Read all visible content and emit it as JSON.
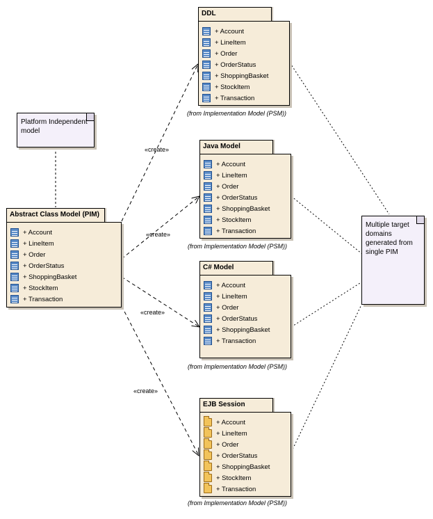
{
  "source_package": {
    "title": "Abstract Class Model (PIM)",
    "icon": "class-icon",
    "items": [
      "+ Account",
      "+ LineItem",
      "+ Order",
      "+ OrderStatus",
      "+ ShoppingBasket",
      "+ StockItem",
      "+ Transaction"
    ]
  },
  "packages": [
    {
      "title": "DDL",
      "icon": "class-icon",
      "items": [
        "+ Account",
        "+ LineItem",
        "+ Order",
        "+ OrderStatus",
        "+ ShoppingBasket",
        "+ StockItem",
        "+ Transaction"
      ],
      "from": "(from Implementation Model (PSM))"
    },
    {
      "title": "Java Model",
      "icon": "class-icon",
      "items": [
        "+ Account",
        "+ LineItem",
        "+ Order",
        "+ OrderStatus",
        "+ ShoppingBasket",
        "+ StockItem",
        "+ Transaction"
      ],
      "from": "(from Implementation Model (PSM))"
    },
    {
      "title": "C# Model",
      "icon": "class-icon",
      "items": [
        "+ Account",
        "+ LineItem",
        "+ Order",
        "+ OrderStatus",
        "+ ShoppingBasket",
        "+ Transaction"
      ],
      "from": "(from Implementation Model (PSM))"
    },
    {
      "title": "EJB Session",
      "icon": "folder-icon",
      "items": [
        "+ Account",
        "+ LineItem",
        "+ Order",
        "+ OrderStatus",
        "+ ShoppingBasket",
        "+ StockItem",
        "+ Transaction"
      ],
      "from": "(from Implementation Model (PSM))"
    }
  ],
  "notes": {
    "pim": "Platform Independent model",
    "targets": "Multiple target domains generated from single PIM"
  },
  "relationships": {
    "create_label": "«create»"
  },
  "colors": {
    "package_fill": "#f6ecd9",
    "note_fill": "#f4f0fa",
    "class_icon": "#5b8cc8",
    "folder_icon": "#f2c35a"
  }
}
